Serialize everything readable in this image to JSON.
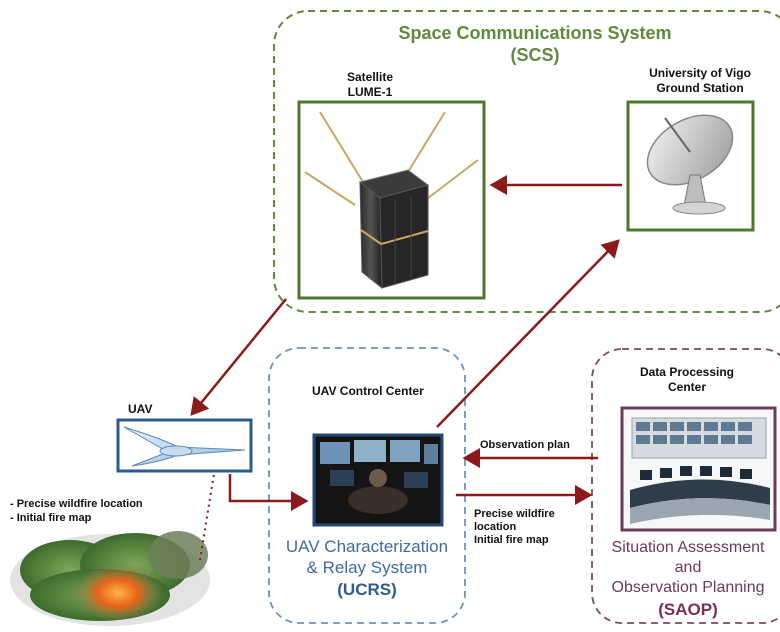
{
  "colors": {
    "scs_border": "#5f8a3c",
    "ucrs_border": "#6a93bf",
    "saop_border": "#7a4a66",
    "arrow": "#8b1a1a",
    "scs_text": "#5e8a3a",
    "ucrs_text": "#2d5b8f",
    "saop_text": "#7a2f52"
  },
  "scs": {
    "title_line1": "Space Communications System",
    "title_line2": "(SCS)"
  },
  "satellite": {
    "label_line1": "Satellite",
    "label_line2": "LUME-1"
  },
  "ground_station": {
    "label_line1": "University of Vigo",
    "label_line2": "Ground Station"
  },
  "uav": {
    "label": "UAV"
  },
  "fire": {
    "line1": "- Precise wildfire location",
    "line2": "- Initial fire map"
  },
  "ucrs": {
    "header": "UAV Control Center",
    "name_line1": "UAV Characterization",
    "name_line2": "& Relay System",
    "abbr": "(UCRS)"
  },
  "saop": {
    "header_line1": "Data Processing",
    "header_line2": "Center",
    "name_line1": "Situation Assessment and",
    "name_line2": "Observation Planning",
    "abbr": "(SAOP)"
  },
  "flows": {
    "observation_plan": "Observation plan",
    "precise_line1": "Precise wildfire",
    "precise_line2": "location",
    "precise_line3": "Initial fire map"
  }
}
